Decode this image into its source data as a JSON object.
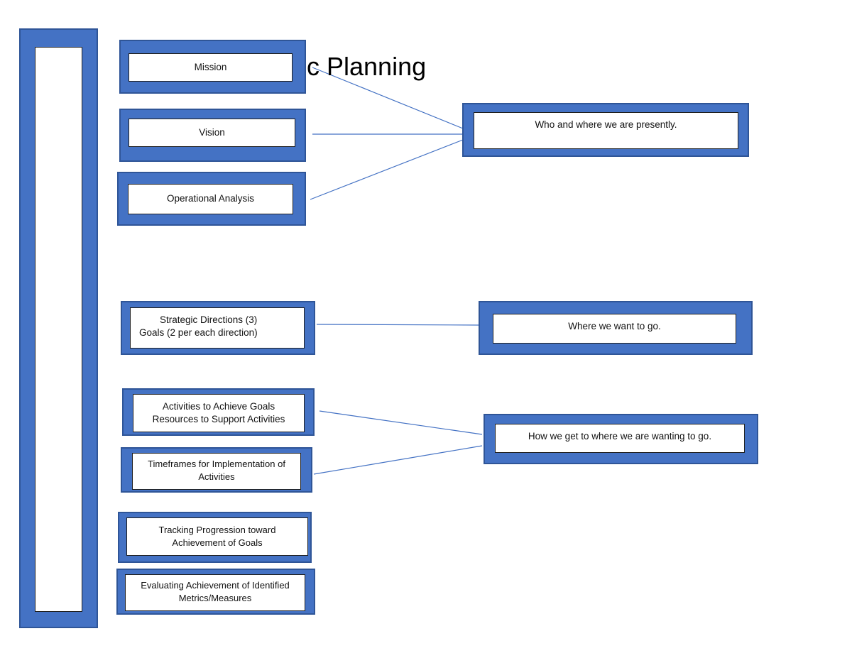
{
  "title_fragment": "c Planning",
  "left_boxes": {
    "mission": "Mission",
    "vision": "Vision",
    "operational_analysis": "Operational Analysis",
    "strategic_directions_line1": "Strategic Directions (3)",
    "strategic_directions_line2": "Goals (2 per each direction)",
    "activities_line1": "Activities to Achieve Goals",
    "activities_line2": "Resources to Support Activities",
    "timeframes_line1": "Timeframes for Implementation of",
    "timeframes_line2": "Activities",
    "tracking_line1": "Tracking Progression toward",
    "tracking_line2": "Achievement of Goals",
    "evaluating_line1": "Evaluating Achievement of Identified",
    "evaluating_line2": "Metrics/Measures"
  },
  "right_boxes": {
    "present": "Who and where we are presently.",
    "future": "Where we want to go.",
    "how": "How we get to where we are wanting to go."
  },
  "colors": {
    "box_fill": "#4472c4",
    "box_border": "#2f5597",
    "connector": "#4472c4"
  }
}
